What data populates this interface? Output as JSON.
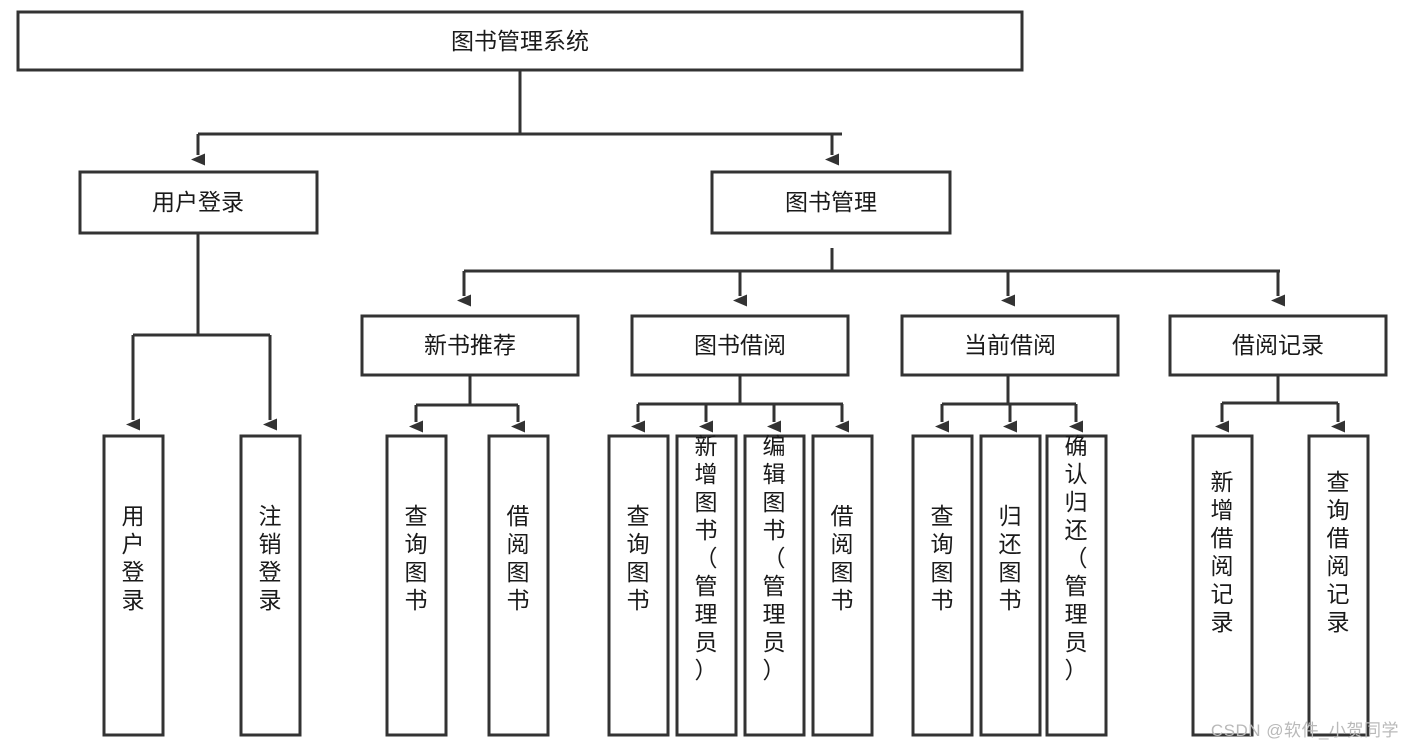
{
  "diagram": {
    "title": "图书管理系统",
    "type": "tree",
    "watermark": "CSDN @软件_小贺同学",
    "colors": {
      "background": "#ffffff",
      "stroke": "#333333",
      "node_fill": "#ffffff",
      "text": "#1a1a1a",
      "watermark": "#b9b9b9"
    },
    "root": {
      "label": "图书管理系统",
      "orientation": "horizontal"
    },
    "level2": [
      {
        "label": "用户登录",
        "orientation": "horizontal"
      },
      {
        "label": "图书管理",
        "orientation": "horizontal"
      }
    ],
    "level3": [
      {
        "label": "新书推荐",
        "orientation": "horizontal"
      },
      {
        "label": "图书借阅",
        "orientation": "horizontal"
      },
      {
        "label": "当前借阅",
        "orientation": "horizontal"
      },
      {
        "label": "借阅记录",
        "orientation": "horizontal"
      }
    ],
    "leaves": {
      "user_login": [
        {
          "label": "用户登录",
          "orientation": "vertical"
        },
        {
          "label": "注销登录",
          "orientation": "vertical"
        }
      ],
      "new_book_recommend": [
        {
          "label": "查询图书",
          "orientation": "vertical"
        },
        {
          "label": "借阅图书",
          "orientation": "vertical"
        }
      ],
      "book_borrow": [
        {
          "label": "查询图书",
          "orientation": "vertical"
        },
        {
          "label": "新增图书（管理员）",
          "orientation": "vertical"
        },
        {
          "label": "编辑图书（管理员）",
          "orientation": "vertical"
        },
        {
          "label": "借阅图书",
          "orientation": "vertical"
        }
      ],
      "current_borrow": [
        {
          "label": "查询图书",
          "orientation": "vertical"
        },
        {
          "label": "归还图书",
          "orientation": "vertical"
        },
        {
          "label": "确认归还（管理员）",
          "orientation": "vertical"
        }
      ],
      "borrow_record": [
        {
          "label": "新增借阅记录",
          "orientation": "vertical"
        },
        {
          "label": "查询借阅记录",
          "orientation": "vertical"
        }
      ]
    }
  }
}
